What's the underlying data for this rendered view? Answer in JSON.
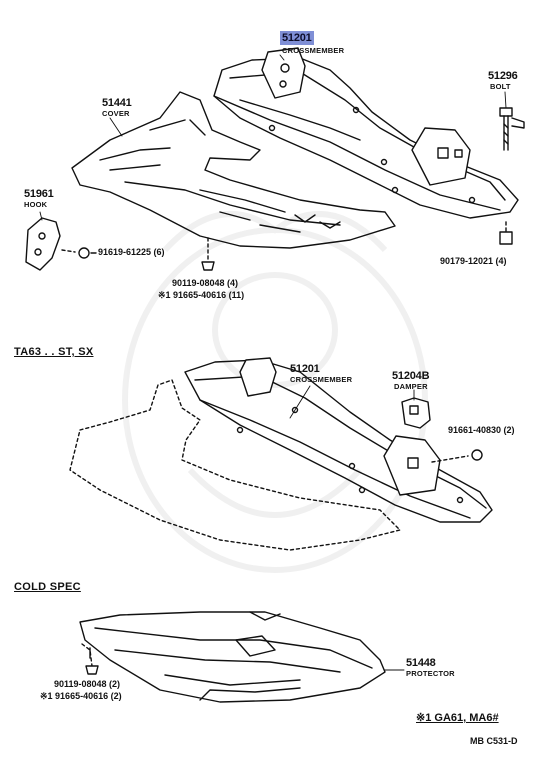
{
  "diagram": {
    "parts": {
      "crossmember_top": {
        "number": "51201",
        "name": "CROSSMEMBER"
      },
      "cover": {
        "number": "51441",
        "name": "COVER"
      },
      "bolt": {
        "number": "51296",
        "name": "BOLT"
      },
      "hook": {
        "number": "51961",
        "name": "HOOK"
      },
      "hook_screw": {
        "ref": "91619-61225 (6)"
      },
      "cover_clip_a": {
        "ref": "90119-08048 (4)"
      },
      "cover_clip_b": {
        "ref": "※1 91665-40616 (11)"
      },
      "nut_top": {
        "ref": "90179-12021 (4)"
      },
      "crossmember_mid": {
        "number": "51201",
        "name": "CROSSMEMBER"
      },
      "damper": {
        "number": "51204B",
        "name": "DAMPER"
      },
      "damper_bolt": {
        "ref": "91661-40830 (2)"
      },
      "protector": {
        "number": "51448",
        "name": "PROTECTOR"
      },
      "protector_clip_a": {
        "ref": "90119-08048 (2)"
      },
      "protector_clip_b": {
        "ref": "※1 91665-40616 (2)"
      }
    },
    "sections": {
      "variant": "TA63 . . ST, SX",
      "cold_spec": "COLD  SPEC"
    },
    "footnote": "※1  GA61, MA6#",
    "figure_ref": "MB  C531-D"
  }
}
